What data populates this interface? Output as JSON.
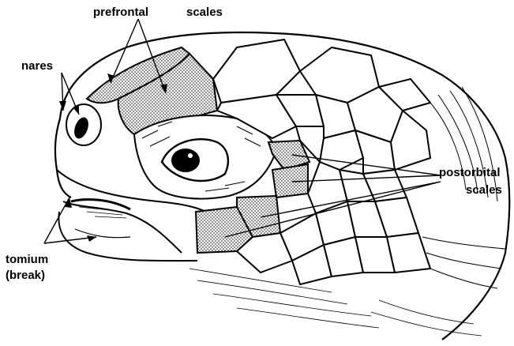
{
  "labels": {
    "prefrontal": "prefrontal",
    "scales_top": "scales",
    "nares": "nares",
    "postorbital_1": "postorbital",
    "postorbital_2": "scales",
    "tomium_1": "tomium",
    "tomium_2": "(break)"
  },
  "colors": {
    "ink": "#000000",
    "paper": "#ffffff",
    "stipple": "#9a9a9a"
  }
}
